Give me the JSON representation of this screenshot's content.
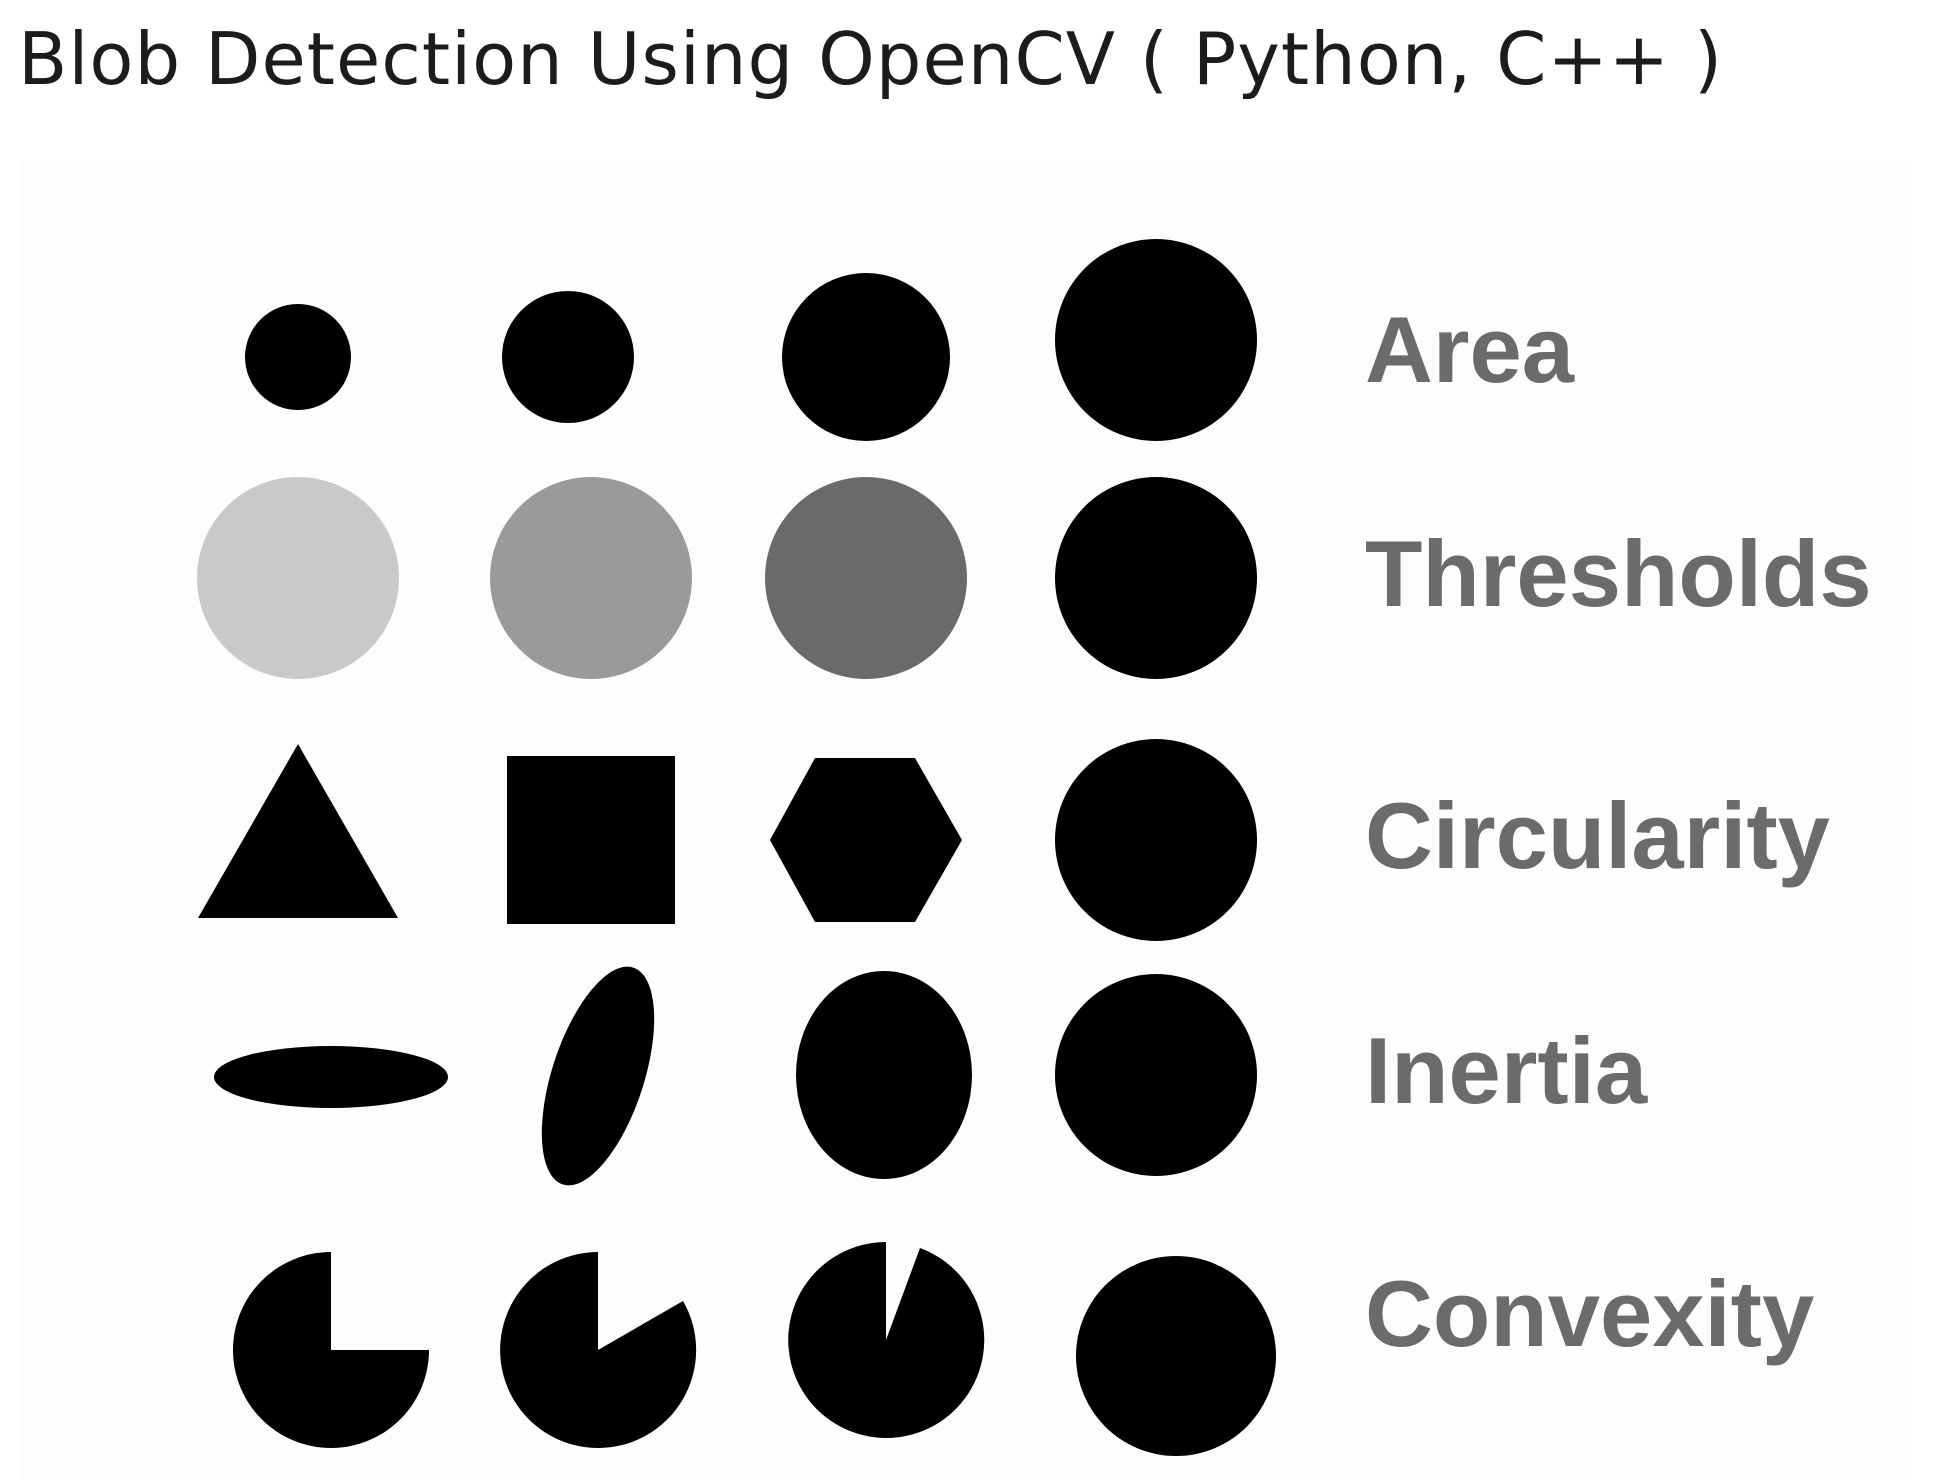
{
  "page": {
    "title": "Blob Detection Using OpenCV ( Python, C++ )"
  },
  "figure": {
    "rows": [
      {
        "label": "Area"
      },
      {
        "label": "Thresholds"
      },
      {
        "label": "Circularity"
      },
      {
        "label": "Inertia"
      },
      {
        "label": "Convexity"
      }
    ],
    "colors": {
      "shape": "#000000",
      "label": "#6b6b6b",
      "threshold_fills": [
        "#c9c9c9",
        "#9a9a9a",
        "#6a6a6a",
        "#000000"
      ]
    }
  }
}
